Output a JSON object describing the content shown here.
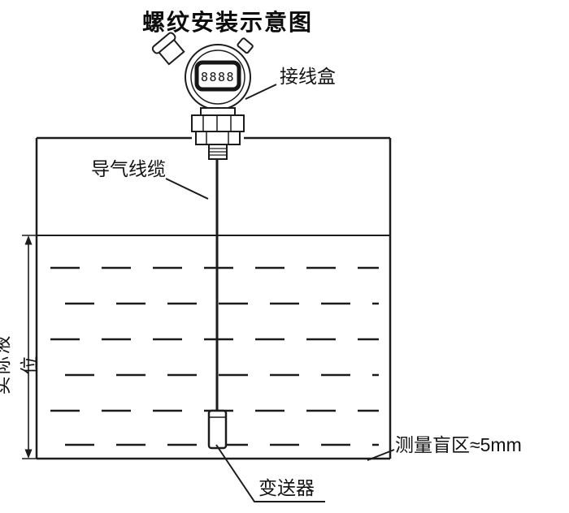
{
  "title": "螺纹安装示意图",
  "labels": {
    "junction_box": "接线盒",
    "vent_cable": "导气线缆",
    "actual_level": "实际液位",
    "transmitter": "变送器",
    "blind_zone": "测量盲区≈5mm"
  },
  "device": {
    "display_text": "8888"
  },
  "colors": {
    "line": "#1c1c1c",
    "background": "#ffffff"
  }
}
